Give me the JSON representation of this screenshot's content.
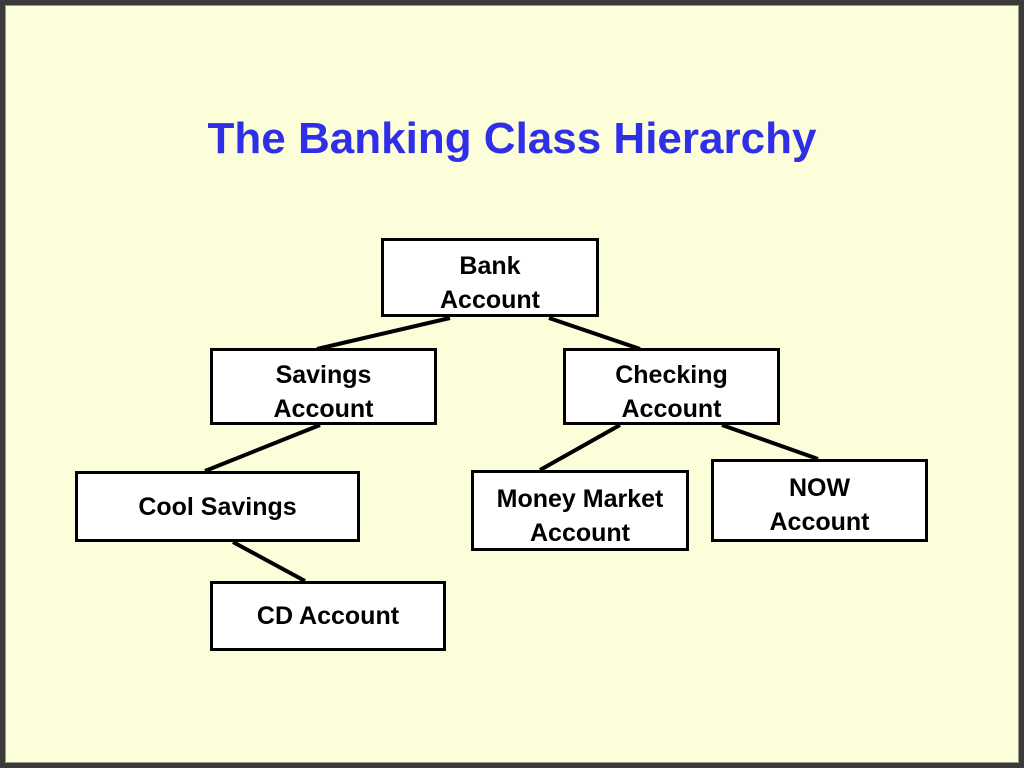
{
  "title": "The Banking Class Hierarchy",
  "nodes": {
    "bank": {
      "line1": "Bank",
      "line2": "Account"
    },
    "savings": {
      "line1": "Savings",
      "line2": "Account"
    },
    "checking": {
      "line1": "Checking",
      "line2": "Account"
    },
    "cool_savings": {
      "label": "Cool Savings"
    },
    "money_market": {
      "line1": "Money Market",
      "line2": "Account"
    },
    "now": {
      "line1": "NOW",
      "line2": "Account"
    },
    "cd": {
      "label": "CD Account"
    }
  },
  "edges": [
    {
      "from": "Bank Account",
      "to": "Savings Account"
    },
    {
      "from": "Bank Account",
      "to": "Checking Account"
    },
    {
      "from": "Savings Account",
      "to": "Cool Savings"
    },
    {
      "from": "Cool Savings",
      "to": "CD Account"
    },
    {
      "from": "Checking Account",
      "to": "Money Market Account"
    },
    {
      "from": "Checking Account",
      "to": "NOW Account"
    }
  ],
  "colors": {
    "background": "#fcfdd9",
    "title": "#2f2fe8",
    "box_border": "#000000",
    "box_fill": "#ffffff",
    "connector": "#000000"
  }
}
